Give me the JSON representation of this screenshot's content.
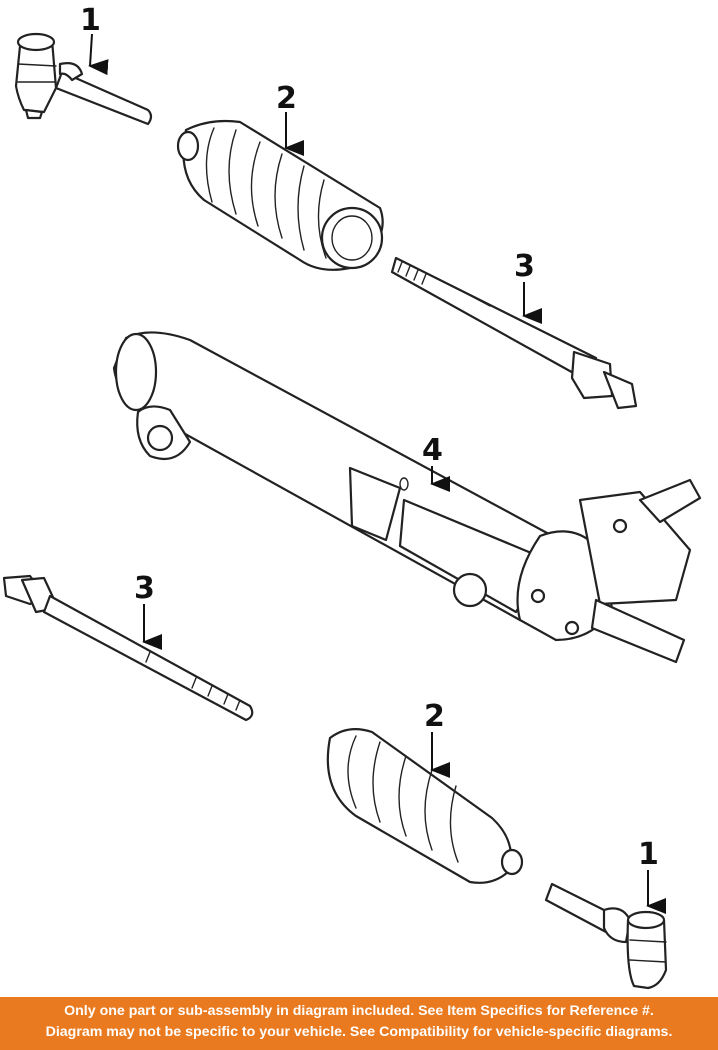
{
  "diagram": {
    "callouts": {
      "tie_rod_end_top": "1",
      "boot_top": "2",
      "inner_tie_rod_right": "3",
      "rack_and_pinion": "4",
      "inner_tie_rod_left": "3",
      "boot_bottom": "2",
      "tie_rod_end_bottom": "1"
    }
  },
  "disclaimer": {
    "line1": "Only one part or sub-assembly in diagram included. See Item Specifics for Reference #.",
    "line2": "Diagram may not be specific to your vehicle. See Compatibility for vehicle-specific diagrams."
  },
  "colors": {
    "banner": "#ea7a1f",
    "banner_text": "#ffffff",
    "ink": "#222222"
  }
}
